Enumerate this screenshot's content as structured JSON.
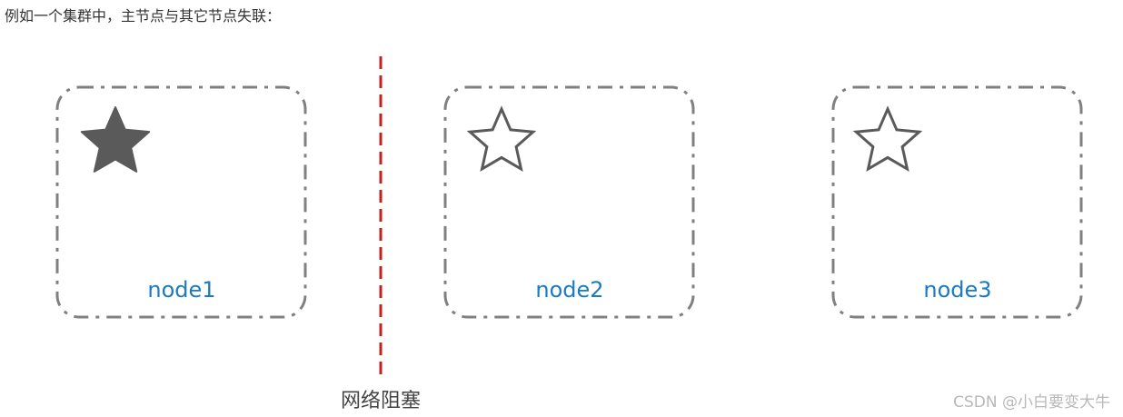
{
  "caption": "例如一个集群中，主节点与其它节点失联：",
  "nodes": [
    {
      "label": "node1",
      "role": "master",
      "star": "filled-star-icon"
    },
    {
      "label": "node2",
      "role": "node",
      "star": "outline-star-icon"
    },
    {
      "label": "node3",
      "role": "node",
      "star": "outline-star-icon"
    }
  ],
  "partition_label": "网络阻塞",
  "watermark": "CSDN @小白要变大牛",
  "colors": {
    "box_border": "#808080",
    "star": "#5a5a5a",
    "node_label": "#1a7ac4",
    "partition_line": "#c81e1e",
    "partition_text": "#444444",
    "watermark": "#b8b8b8"
  }
}
